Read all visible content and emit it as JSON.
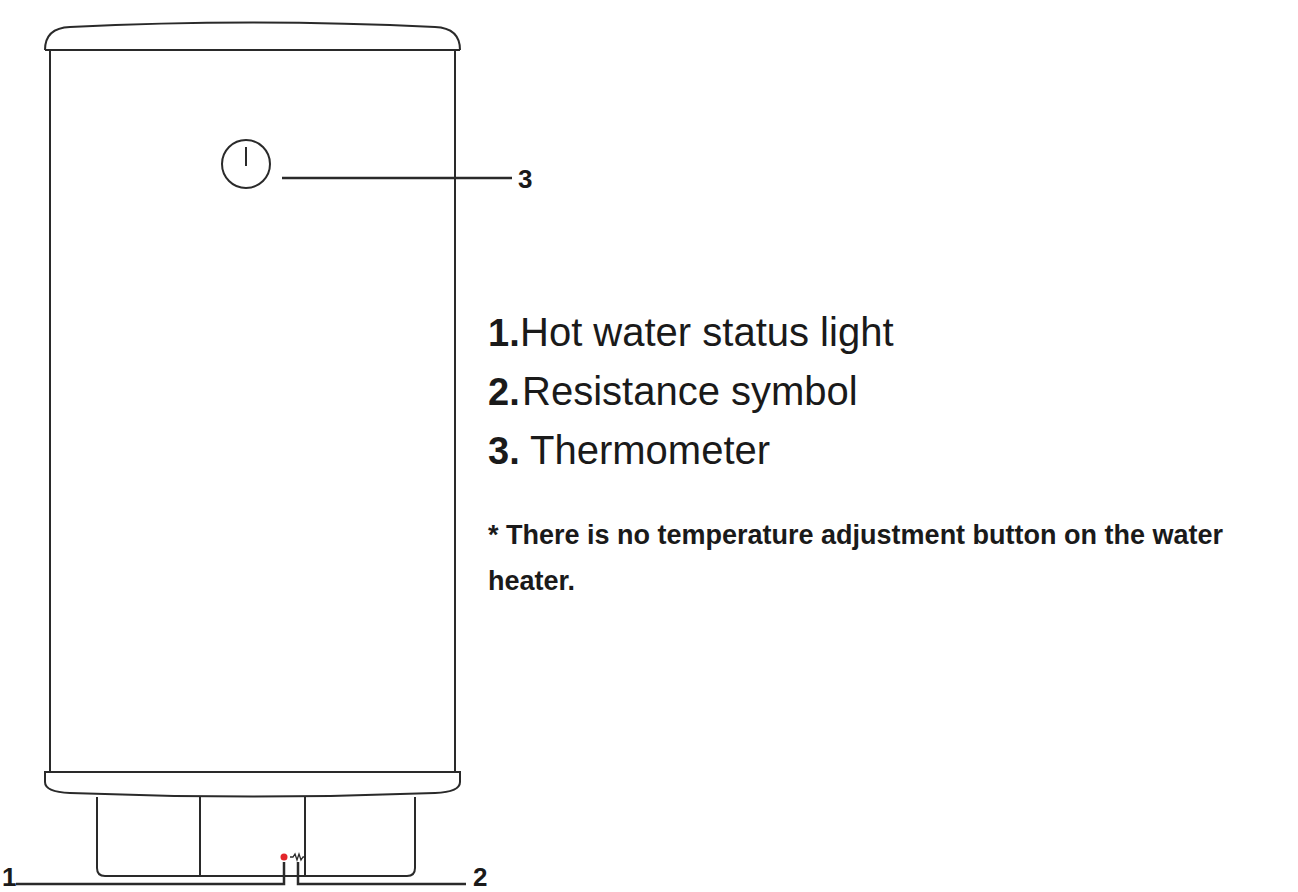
{
  "diagram": {
    "labels": [
      "3",
      "1",
      "2",
      "1.",
      "Hot water status light",
      "2.",
      "Resistance symbol",
      "3.",
      "Thermometer",
      "* There is no temperature adjustment button on the water heater."
    ]
  }
}
